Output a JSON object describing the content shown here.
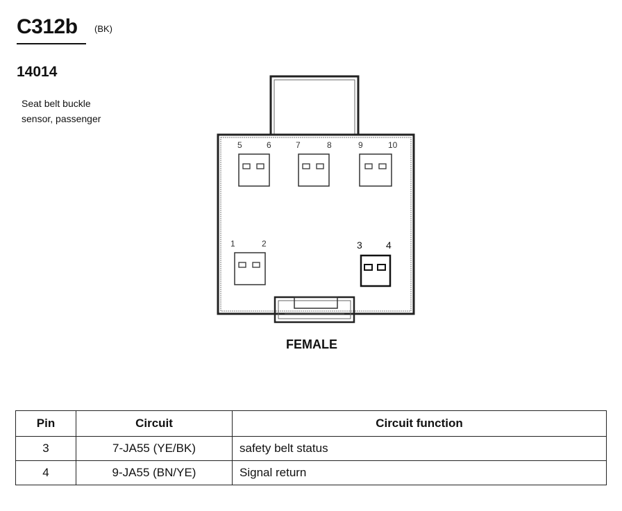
{
  "header": {
    "connector_id": "C312b",
    "color_code": "(BK)",
    "part_number": "14014",
    "description_lines": [
      "Seat belt buckle",
      "sensor, passenger"
    ]
  },
  "diagram": {
    "view_label": "FEMALE",
    "cavities": [
      {
        "pins": [
          "5",
          "6"
        ],
        "populated": false
      },
      {
        "pins": [
          "7",
          "8"
        ],
        "populated": false
      },
      {
        "pins": [
          "9",
          "10"
        ],
        "populated": false
      },
      {
        "pins": [
          "1",
          "2"
        ],
        "populated": false
      },
      {
        "pins": [
          "3",
          "4"
        ],
        "populated": true
      }
    ]
  },
  "pin_table": {
    "headers": [
      "Pin",
      "Circuit",
      "Circuit function"
    ],
    "rows": [
      {
        "pin": "3",
        "circuit": "7-JA55 (YE/BK)",
        "function": "safety belt status"
      },
      {
        "pin": "4",
        "circuit": "9-JA55 (BN/YE)",
        "function": "Signal return"
      }
    ]
  }
}
